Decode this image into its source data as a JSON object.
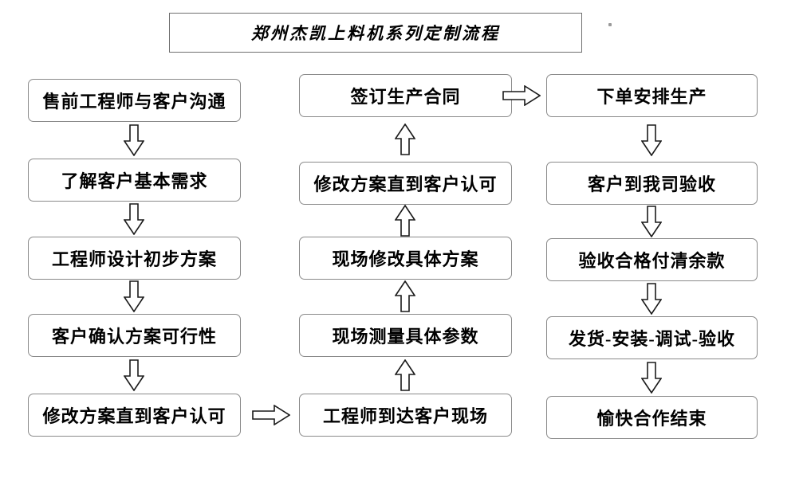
{
  "title": "郑州杰凯上料机系列定制流程",
  "flow": {
    "left_column": [
      {
        "label": "售前工程师与客户沟通"
      },
      {
        "label": "了解客户基本需求"
      },
      {
        "label": "工程师设计初步方案"
      },
      {
        "label": "客户确认方案可行性"
      },
      {
        "label": "修改方案直到客户认可"
      }
    ],
    "middle_column": [
      {
        "label": "签订生产合同"
      },
      {
        "label": "修改方案直到客户认可"
      },
      {
        "label": "现场修改具体方案"
      },
      {
        "label": "现场测量具体参数"
      },
      {
        "label": "工程师到达客户现场"
      }
    ],
    "right_column": [
      {
        "label": "下单安排生产"
      },
      {
        "label": "客户到我司验收"
      },
      {
        "label": "验收合格付清余款"
      },
      {
        "label": "发货-安装-调试-验收"
      },
      {
        "label": "愉快合作结束"
      }
    ]
  },
  "colors": {
    "box_border": "#8a8a8a",
    "box_fill": "#ffffff",
    "text": "#000000",
    "background": "#ffffff"
  }
}
